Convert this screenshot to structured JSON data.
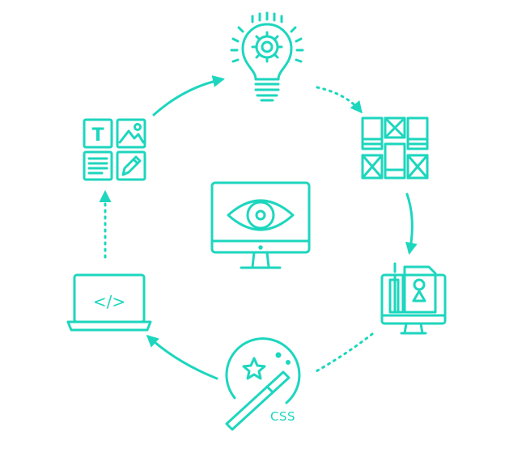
{
  "accent_color": "#1DD6BE",
  "background_color": "#FFFFFF",
  "center": {
    "icon": "monitor-eye-icon"
  },
  "cycle_nodes": [
    {
      "icon": "lightbulb-gear-icon",
      "label": ""
    },
    {
      "icon": "wireframe-grid-icon",
      "label": ""
    },
    {
      "icon": "monitor-design-mockup-icon",
      "label": ""
    },
    {
      "icon": "magic-wand-css-icon",
      "label": "CSS"
    },
    {
      "icon": "laptop-code-icon",
      "label": "</>"
    },
    {
      "icon": "content-blocks-icon",
      "label": "T"
    }
  ],
  "connectors": [
    {
      "from": "content-blocks-icon",
      "to": "lightbulb-gear-icon",
      "style": "solid"
    },
    {
      "from": "lightbulb-gear-icon",
      "to": "wireframe-grid-icon",
      "style": "dotted"
    },
    {
      "from": "wireframe-grid-icon",
      "to": "monitor-design-mockup-icon",
      "style": "solid"
    },
    {
      "from": "monitor-design-mockup-icon",
      "to": "magic-wand-css-icon",
      "style": "dotted"
    },
    {
      "from": "magic-wand-css-icon",
      "to": "laptop-code-icon",
      "style": "solid"
    },
    {
      "from": "laptop-code-icon",
      "to": "content-blocks-icon",
      "style": "dotted"
    }
  ]
}
